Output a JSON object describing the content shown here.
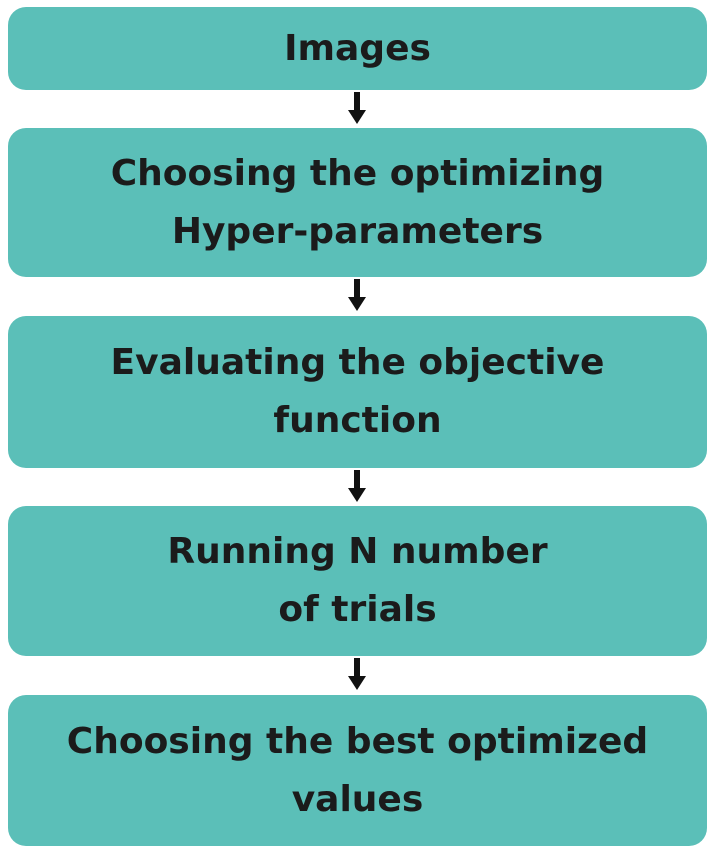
{
  "diagram": {
    "steps": [
      {
        "lines": [
          "Images"
        ]
      },
      {
        "lines": [
          "Choosing the optimizing",
          "Hyper-parameters"
        ]
      },
      {
        "lines": [
          "Evaluating the objective",
          "function"
        ]
      },
      {
        "lines": [
          "Running N number",
          "of trials"
        ]
      },
      {
        "lines": [
          "Choosing the best optimized",
          "values"
        ]
      }
    ],
    "colors": {
      "box_fill": "#5bbfb8",
      "text": "#1b1b1b",
      "arrow": "#111111"
    }
  }
}
